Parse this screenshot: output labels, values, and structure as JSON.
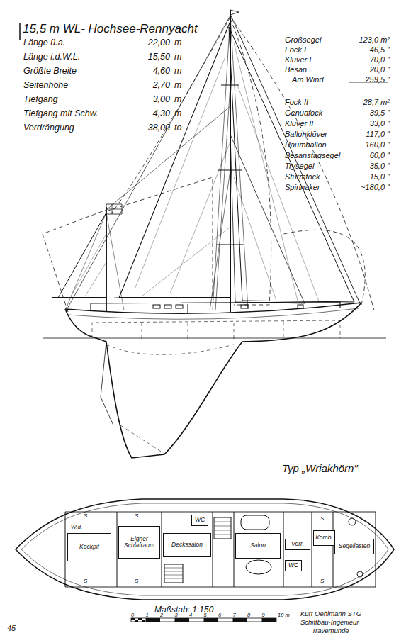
{
  "diagram": {
    "title": "15,5 m WL- Hochsee-Rennyacht",
    "nodes": [
      {
        "text": [
          "Kockpit"
        ]
      },
      {
        "text": [
          "Eigner Schlafraum"
        ]
      },
      {
        "text": [
          "Deckssalon"
        ]
      },
      {
        "text": [
          "WC"
        ]
      },
      {
        "text": [
          "Salon"
        ]
      },
      {
        "text": [
          "WC"
        ]
      },
      {
        "text": [
          "Vorr."
        ]
      },
      {
        "text": [
          "Komb."
        ]
      },
      {
        "text": [
          "Segellasten"
        ]
      }
    ],
    "labels": [
      "Länge ü.a.",
      "22,00",
      "m",
      "Länge i.d.W.L.",
      "15,50",
      "m",
      "Größte Breite",
      "4,60",
      "m",
      "Seitenhöhe",
      "2,70",
      "m",
      "Tiefgang",
      "3,00",
      "m",
      "Tiefgang mit Schw.",
      "4,30",
      "m",
      "Verdrängung",
      "38,00",
      "to",
      "Großsegel",
      "123,0 m²",
      "Fock I",
      "46,5 \"",
      "Klüver I",
      "70,0 \"",
      "Besan",
      "20,0 \"",
      "Am Wind",
      "259,5 \"",
      "Fock II",
      "28,7 m²",
      "Genuafock",
      "39,5 \"",
      "Klüver II",
      "33,0 \"",
      "Ballonklüver",
      "117,0 \"",
      "Raumballon",
      "160,0 \"",
      "Besanstagsegel",
      "60,0 \"",
      "Trysegel",
      "35,0 \"",
      "Sturmfock",
      "15,0 \"",
      "Spinnaker",
      "~180,0 \"",
      "Typ „Wriakhörn\"",
      "Maßstab: 1:150",
      "0",
      "1",
      "2",
      "3",
      "4",
      "5",
      "6",
      "7",
      "8",
      "9",
      "10 m",
      "Kurt Oehlmann STG",
      "Schiffbau-Ingenieur",
      "Travemünde",
      "45",
      "W.d.",
      "S",
      "S",
      "S",
      "S",
      "S",
      "S"
    ]
  }
}
